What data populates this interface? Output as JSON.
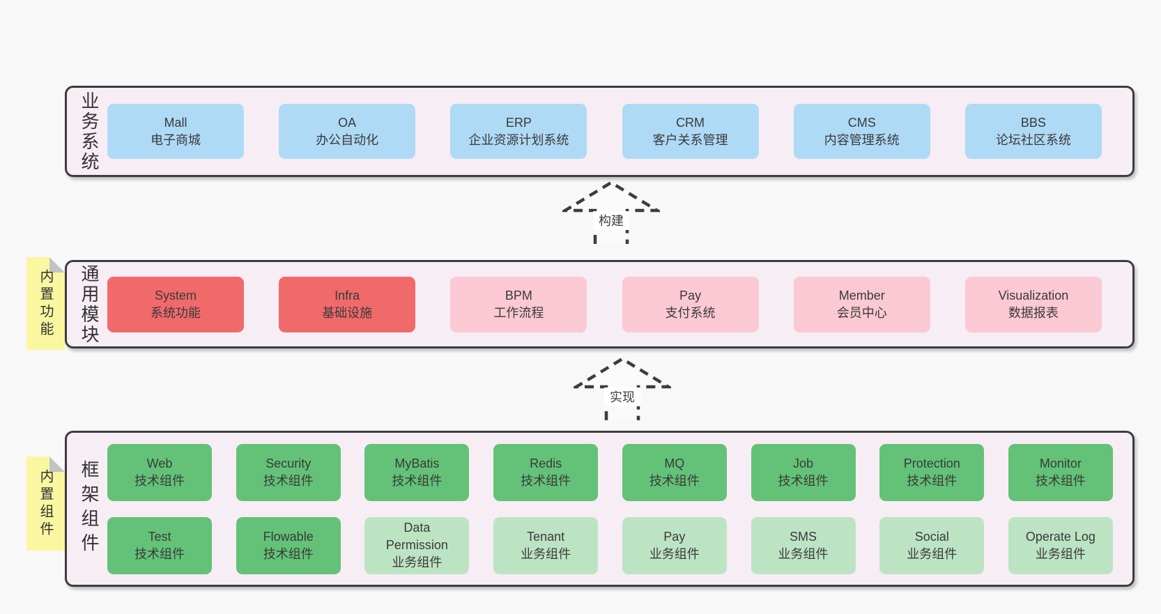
{
  "palette": {
    "page_bg": "#f8f8f8",
    "panel_bg": "#f7edf4",
    "panel_border": "#3d3d3d",
    "blue": "#aedaf6",
    "red": "#f16a6a",
    "pink": "#fbc9d3",
    "green": "#63c277",
    "light_green": "#bce4c3",
    "sticky_yellow": "#fbf7a0",
    "fold_gray": "#c2c2c2",
    "text": "#3a3a3a"
  },
  "arrows": [
    {
      "label": "构建"
    },
    {
      "label": "实现"
    }
  ],
  "panels": {
    "business": {
      "label": "业务系统",
      "boxes": [
        {
          "name": "Mall",
          "desc": "电子商城",
          "color": "blue"
        },
        {
          "name": "OA",
          "desc": "办公自动化",
          "color": "blue"
        },
        {
          "name": "ERP",
          "desc": "企业资源计划系统",
          "color": "blue"
        },
        {
          "name": "CRM",
          "desc": "客户关系管理",
          "color": "blue"
        },
        {
          "name": "CMS",
          "desc": "内容管理系统",
          "color": "blue"
        },
        {
          "name": "BBS",
          "desc": "论坛社区系统",
          "color": "blue"
        }
      ]
    },
    "modules": {
      "label": "通用模块",
      "sticky": "内置功能",
      "boxes": [
        {
          "name": "System",
          "desc": "系统功能",
          "color": "red"
        },
        {
          "name": "Infra",
          "desc": "基础设施",
          "color": "red"
        },
        {
          "name": "BPM",
          "desc": "工作流程",
          "color": "pink"
        },
        {
          "name": "Pay",
          "desc": "支付系统",
          "color": "pink"
        },
        {
          "name": "Member",
          "desc": "会员中心",
          "color": "pink"
        },
        {
          "name": "Visualization",
          "desc": "数据报表",
          "color": "pink"
        }
      ]
    },
    "framework": {
      "label": "框架组件",
      "sticky": "内置组件",
      "rows": [
        [
          {
            "name": "Web",
            "desc": "技术组件",
            "color": "green"
          },
          {
            "name": "Security",
            "desc": "技术组件",
            "color": "green"
          },
          {
            "name": "MyBatis",
            "desc": "技术组件",
            "color": "green"
          },
          {
            "name": "Redis",
            "desc": "技术组件",
            "color": "green"
          },
          {
            "name": "MQ",
            "desc": "技术组件",
            "color": "green"
          },
          {
            "name": "Job",
            "desc": "技术组件",
            "color": "green"
          },
          {
            "name": "Protection",
            "desc": "技术组件",
            "color": "green"
          },
          {
            "name": "Monitor",
            "desc": "技术组件",
            "color": "green"
          }
        ],
        [
          {
            "name": "Test",
            "desc": "技术组件",
            "color": "green"
          },
          {
            "name": "Flowable",
            "desc": "技术组件",
            "color": "green"
          },
          {
            "name": "Data Permission",
            "desc": "业务组件",
            "color": "lightgreen"
          },
          {
            "name": "Tenant",
            "desc": "业务组件",
            "color": "lightgreen"
          },
          {
            "name": "Pay",
            "desc": "业务组件",
            "color": "lightgreen"
          },
          {
            "name": "SMS",
            "desc": "业务组件",
            "color": "lightgreen"
          },
          {
            "name": "Social",
            "desc": "业务组件",
            "color": "lightgreen"
          },
          {
            "name": "Operate Log",
            "desc": "业务组件",
            "color": "lightgreen"
          }
        ]
      ]
    }
  }
}
